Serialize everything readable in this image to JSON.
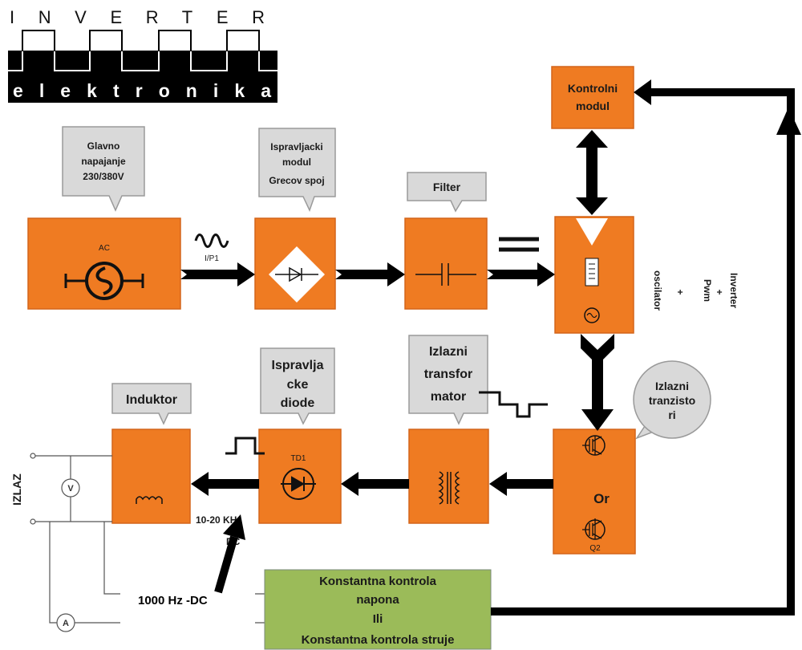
{
  "logo": {
    "top": "INVERTER",
    "bottom": "elektronika"
  },
  "colors": {
    "block_fill": "#EF7B22",
    "block_stroke": "#D4651A",
    "callout_fill": "#D9D9D9",
    "panel_fill": "#9BBB59"
  },
  "blocks": {
    "ac": {
      "label": "AC"
    },
    "control": {
      "lines": [
        "Kontrolni",
        "modul"
      ]
    },
    "diode": {
      "label": "TD1"
    },
    "transistor": {
      "label": "Or",
      "q2": "Q2"
    }
  },
  "inverter_side_text": [
    "Inverter",
    "+",
    "Pwm",
    "+",
    "oscilator"
  ],
  "callouts": {
    "mains": [
      "Glavno",
      "napajanje",
      "230/380V"
    ],
    "rectifier": [
      "Ispravljacki",
      "modul",
      "Grecov spoj"
    ],
    "filter": [
      "Filter"
    ],
    "inductor": [
      "Induktor"
    ],
    "diodes": [
      "Ispravlja",
      "cke",
      "diode"
    ],
    "transformer": [
      "Izlazni",
      "transfor",
      "mator"
    ],
    "transistors": [
      "Izlazni",
      "tranzisto",
      "ri"
    ]
  },
  "feedback_panel": {
    "lines": [
      "Konstantna kontrola",
      "napona",
      "Ili",
      "Konstantna kontrola struje"
    ]
  },
  "annotations": {
    "input": "I/P1",
    "frequency": "10-20 KHz",
    "dc": "DC",
    "pointer": "1000 Hz -DC",
    "output": "IZLAZ",
    "voltmeter": "V",
    "ammeter": "A"
  }
}
